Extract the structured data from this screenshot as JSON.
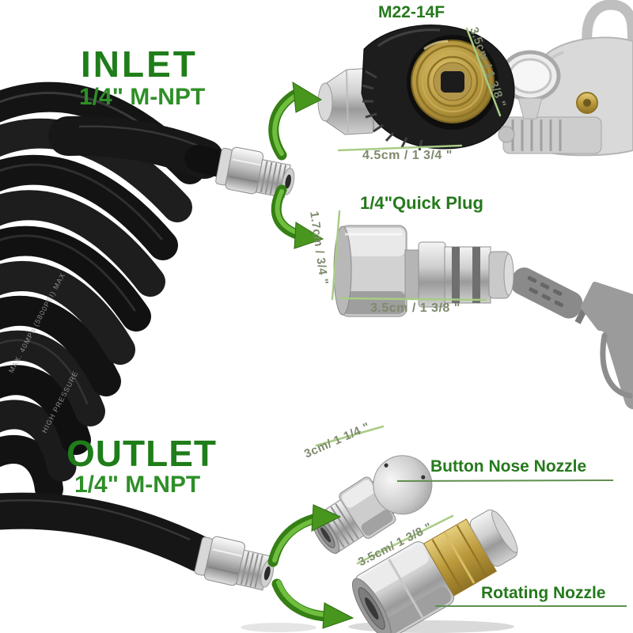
{
  "diagram": {
    "inlet": {
      "title": "INLET",
      "spec": "1/4\" M-NPT"
    },
    "outlet": {
      "title": "OUTLET",
      "spec": "1/4\" M-NPT"
    },
    "m22_coupler": {
      "label": "M22-14F",
      "height_dim": "3.5cm / 1 3/8 \"",
      "width_dim": "4.5cm / 1 3/4 \""
    },
    "quick_plug": {
      "label": "1/4\"Quick Plug",
      "height_dim": "1.7cm / 3/4 \"",
      "width_dim": "3.5cm / 1 3/8 \""
    },
    "button_nozzle": {
      "label": "Button Nose Nozzle",
      "length_dim": "3cm/ 1 1/4 \""
    },
    "rotating_nozzle": {
      "label": "Rotating Nozzle",
      "length_dim": "3.5cm/ 1 3/8 \""
    },
    "hose_print_line1": "MAX. 40MPa (5800PSI) MAX",
    "hose_print_line2": "HIGH PRESSURE",
    "colors": {
      "label_green": "#1f7d1a",
      "dim_text_gray_green": "#7e8a6d",
      "dim_line_green": "#a9cc85",
      "arrow_green_dark": "#357f15",
      "arrow_green_light": "#6fbe3e",
      "brass": "#b9993f"
    }
  }
}
